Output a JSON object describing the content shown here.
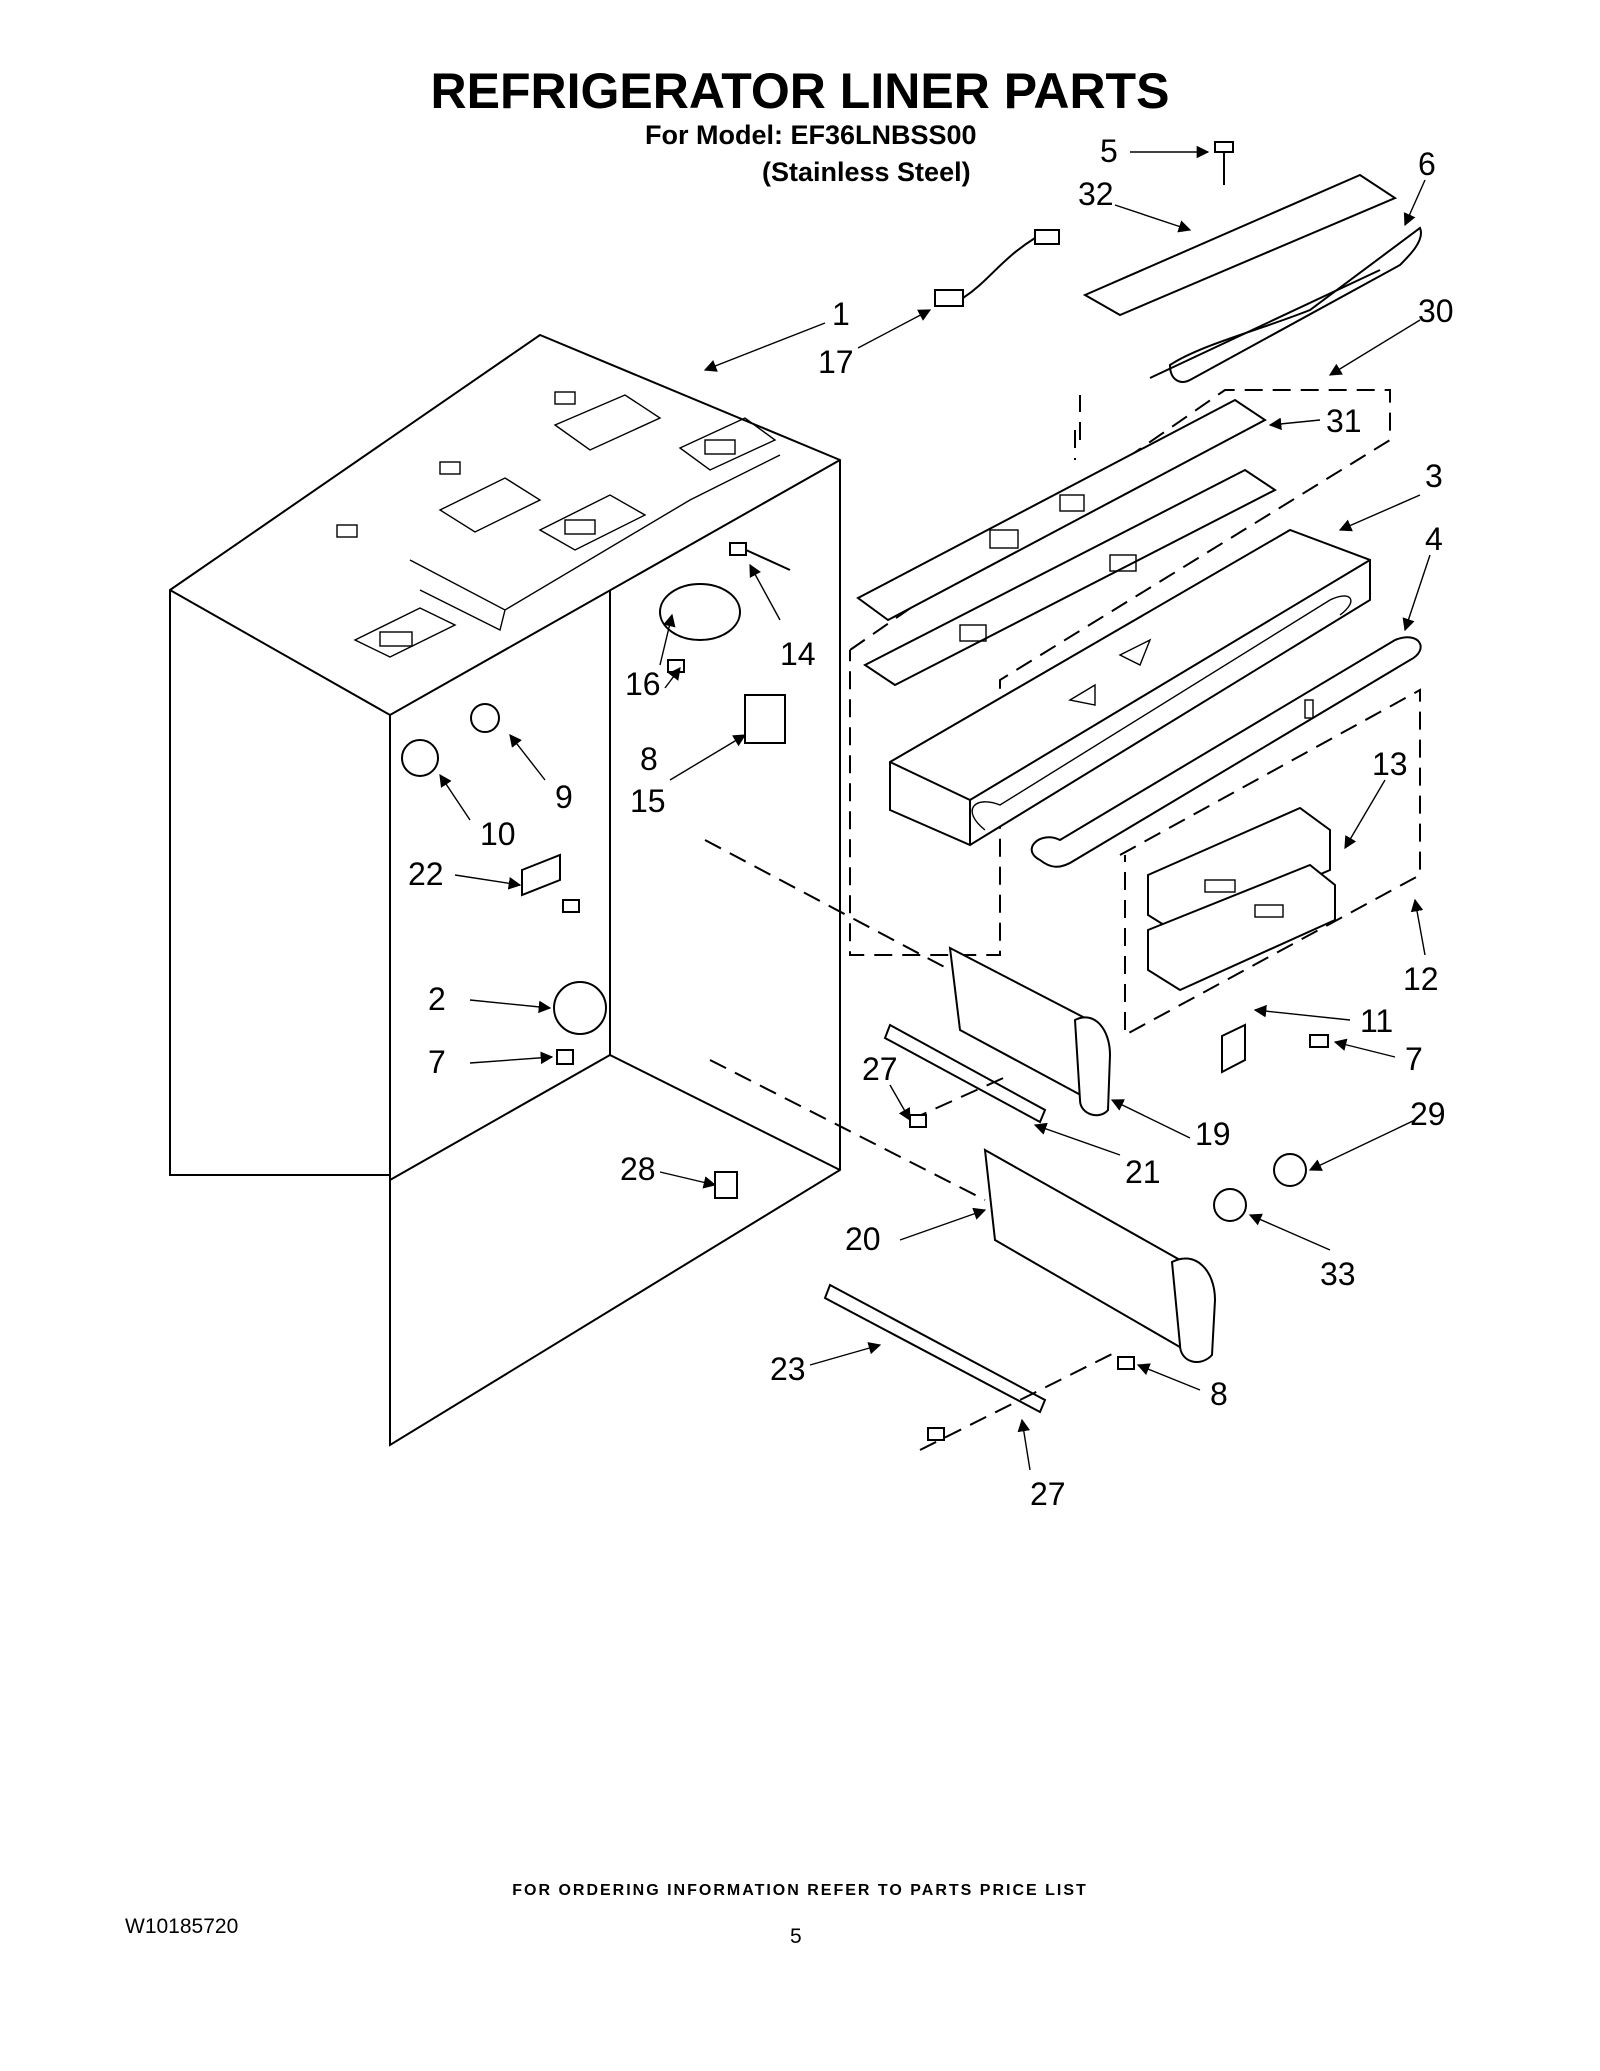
{
  "header": {
    "title": "REFRIGERATOR LINER PARTS",
    "model_line": "For Model: EF36LNBSS00",
    "variant_line": "(Stainless Steel)"
  },
  "footer": {
    "ordering_note": "FOR ORDERING INFORMATION REFER TO PARTS PRICE LIST",
    "document_id": "W10185720",
    "page_number": "5"
  },
  "callouts": {
    "p1": "1",
    "p2": "2",
    "p3": "3",
    "p4": "4",
    "p5": "5",
    "p6": "6",
    "p7a": "7",
    "p7b": "7",
    "p8a": "8",
    "p8b": "8",
    "p9": "9",
    "p10": "10",
    "p11": "11",
    "p12": "12",
    "p13": "13",
    "p14": "14",
    "p15": "15",
    "p16": "16",
    "p17": "17",
    "p19": "19",
    "p20": "20",
    "p21": "21",
    "p22": "22",
    "p23": "23",
    "p27a": "27",
    "p27b": "27",
    "p28": "28",
    "p29": "29",
    "p30": "30",
    "p31": "31",
    "p32": "32",
    "p33": "33"
  }
}
